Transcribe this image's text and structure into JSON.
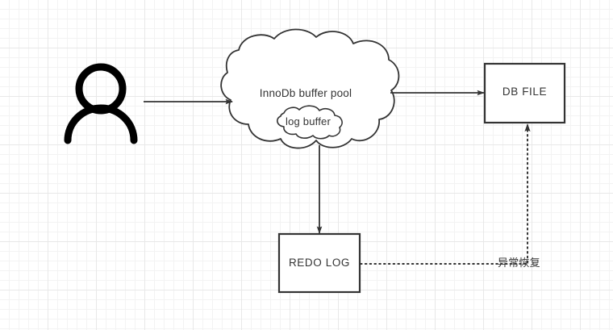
{
  "diagram": {
    "title": "InnoDB buffer pool / redo log flow",
    "colors": {
      "stroke": "#333333",
      "text": "#333333",
      "fill": "#ffffff",
      "grid_minor": "#f3f3f3",
      "grid_major": "#e8e8e8",
      "canvas_background": "#ffffff"
    },
    "nodes": {
      "actor": {
        "name": "user-actor",
        "label": ""
      },
      "buffer_pool": {
        "name": "innodb-buffer-pool-cloud",
        "label": "InnoDb buffer pool"
      },
      "log_buffer": {
        "name": "log-buffer-cloud",
        "label": "log buffer"
      },
      "db_file": {
        "name": "db-file-box",
        "label": "DB FILE"
      },
      "redo_log": {
        "name": "redo-log-box",
        "label": "REDO LOG"
      }
    },
    "edges": [
      {
        "name": "actor-to-buffer-pool",
        "style": "solid",
        "label": ""
      },
      {
        "name": "buffer-pool-to-db-file",
        "style": "solid",
        "label": ""
      },
      {
        "name": "buffer-pool-to-redo-log",
        "style": "solid",
        "label": ""
      },
      {
        "name": "redo-log-to-db-file",
        "style": "dotted",
        "label": "异常恢复"
      }
    ]
  }
}
